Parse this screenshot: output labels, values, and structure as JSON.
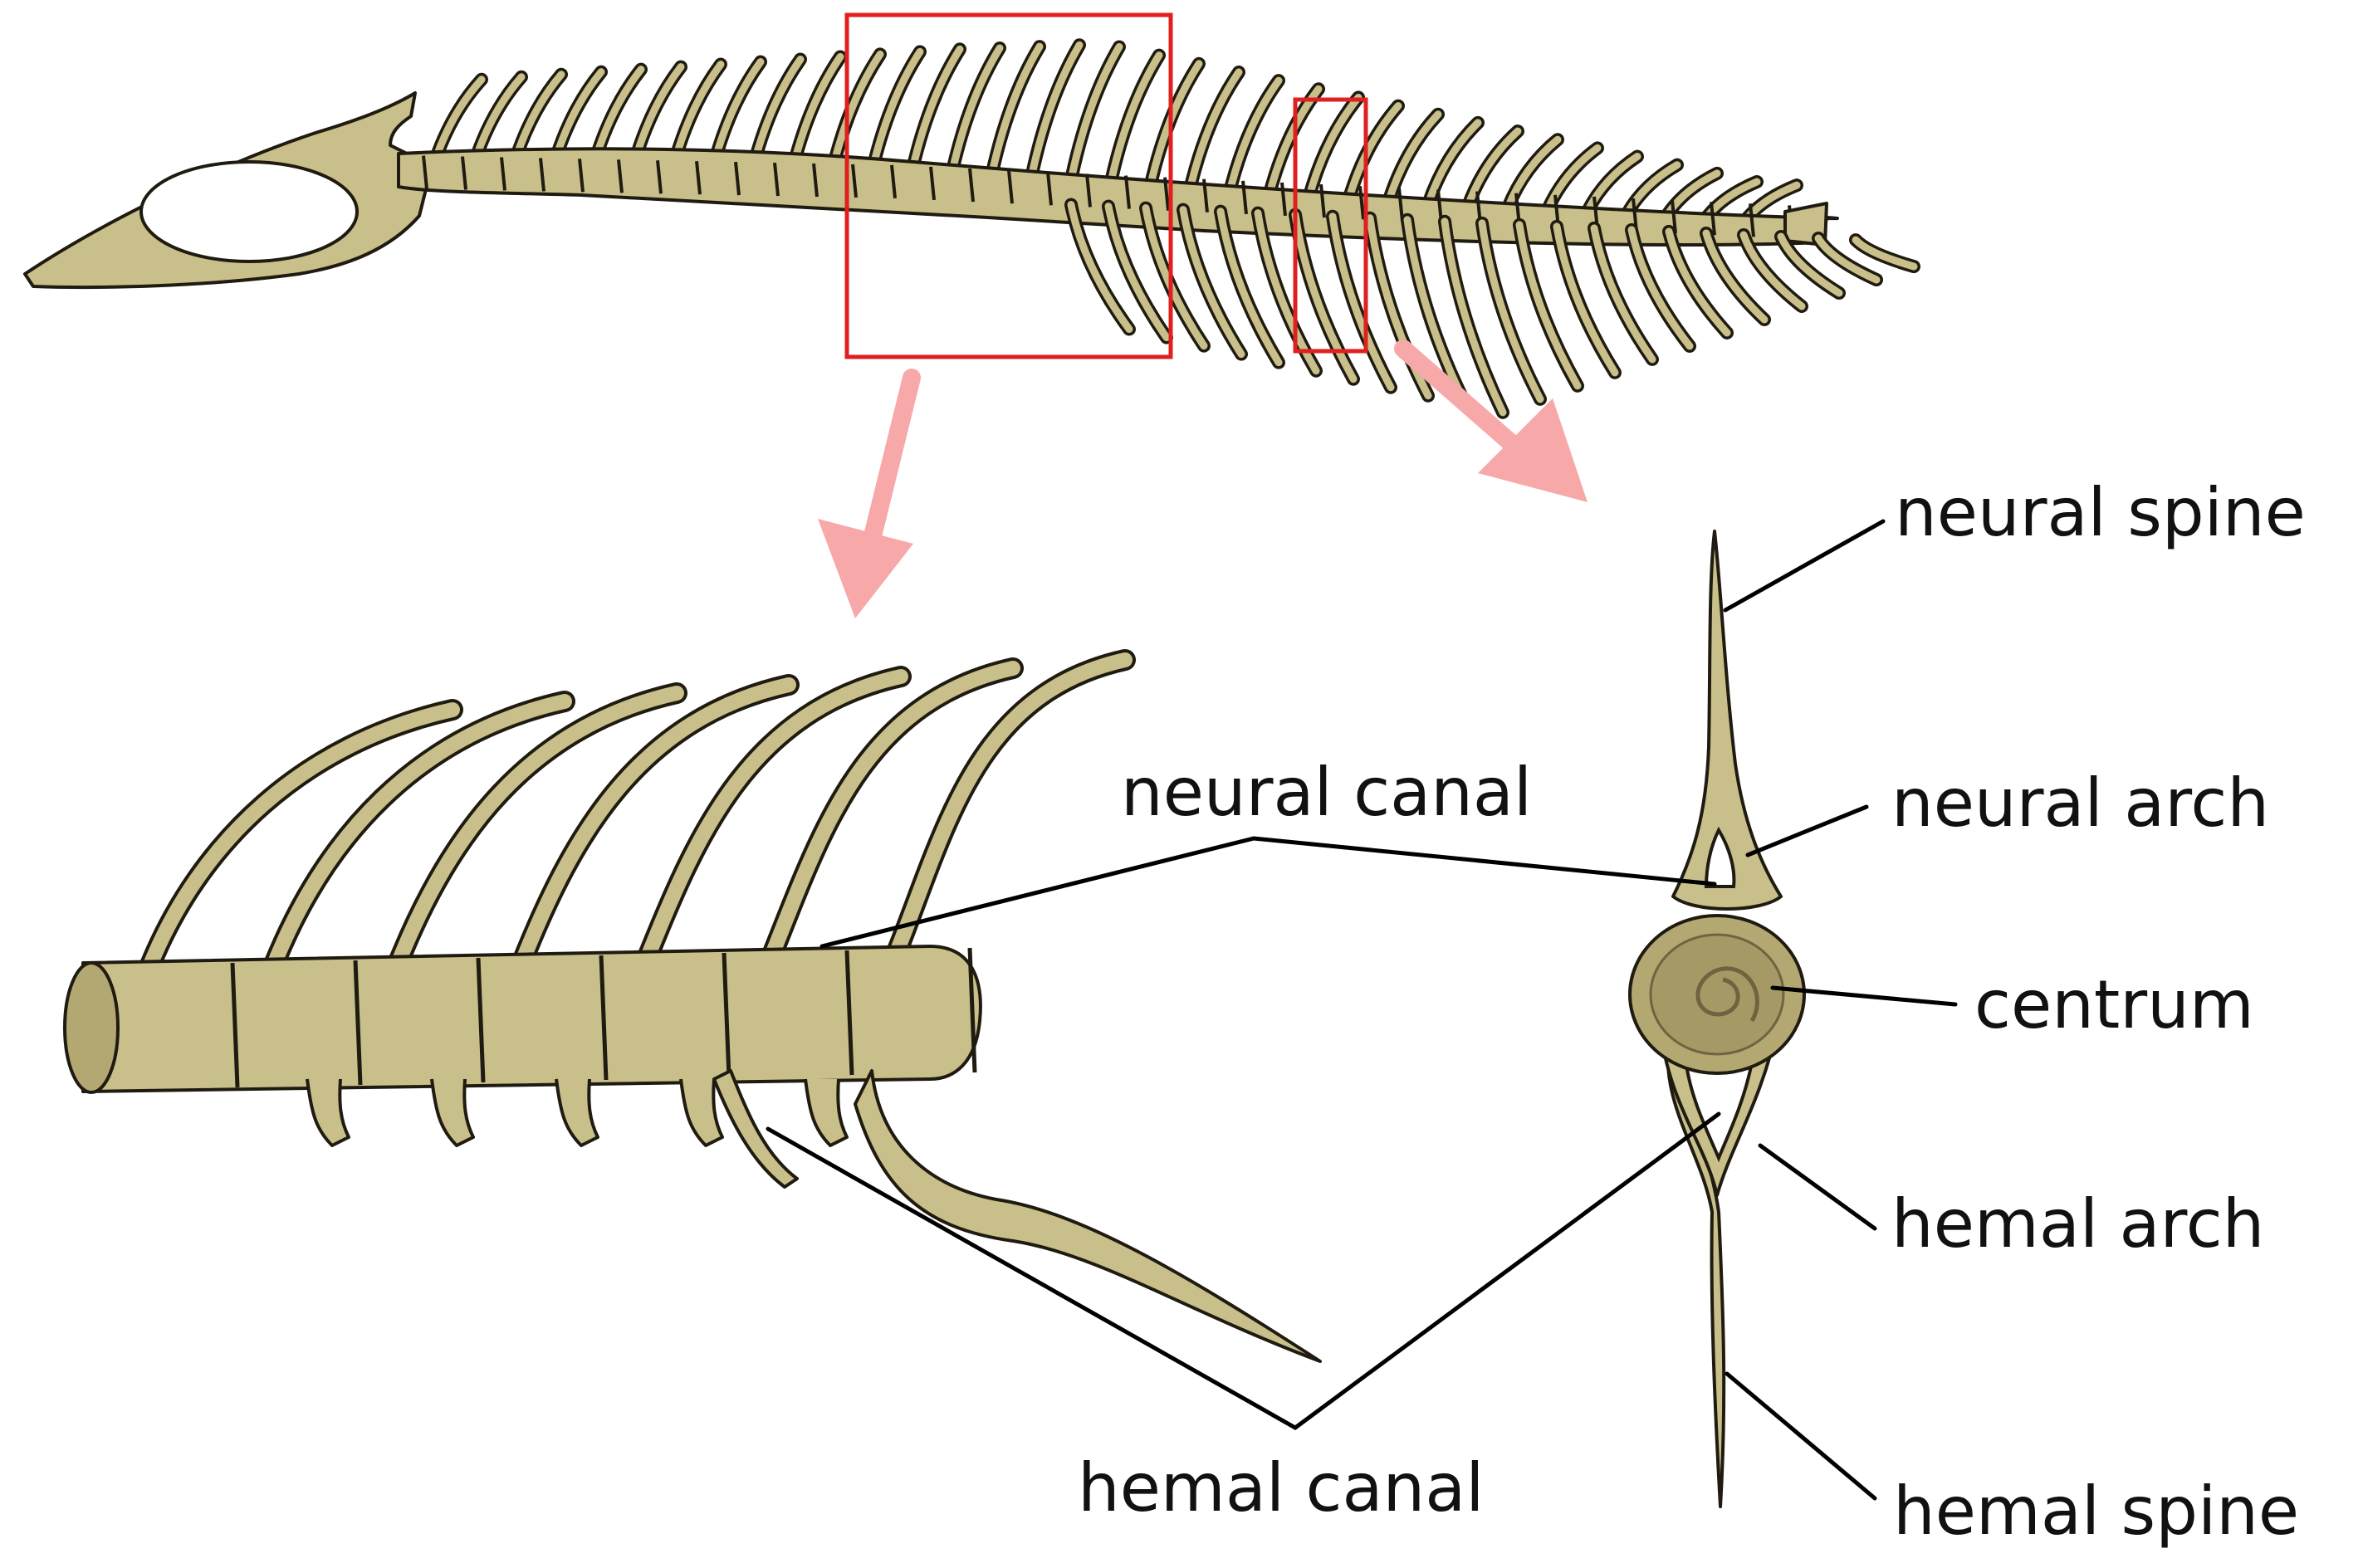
{
  "labels": {
    "neural_spine": "neural spine",
    "neural_canal": "neural canal",
    "neural_arch": "neural arch",
    "centrum": "centrum",
    "hemal_arch": "hemal arch",
    "hemal_canal": "hemal canal",
    "hemal_spine": "hemal spine"
  },
  "colors": {
    "bone": "#c9bf8b",
    "outline": "#1f1b10",
    "highlight_box": "#e01f1f",
    "arrow": "#f7a9a9",
    "label_text": "#111111"
  }
}
